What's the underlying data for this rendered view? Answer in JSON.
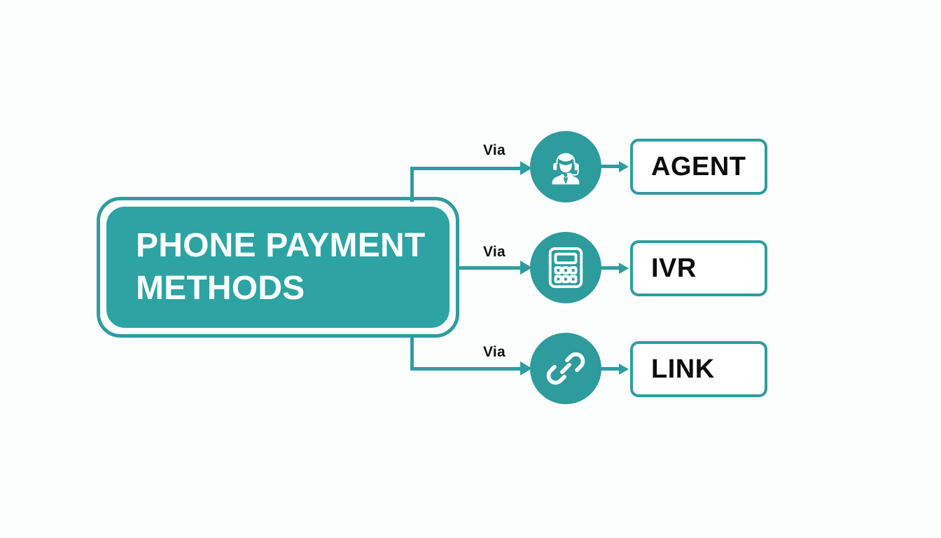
{
  "diagram": {
    "title": "Phone Payment Methods flow diagram",
    "source": {
      "label": "PHONE PAYMENT\nMETHODS",
      "fill_color": "#2da3a3",
      "border_color": "#2f9ca0",
      "text_color": "#ffffff"
    },
    "connector_color": "#2f9ca0",
    "background_color": "#fcfefe",
    "branches": [
      {
        "connector_label": "Via",
        "icon": "headset-agent-icon",
        "icon_circle_color": "#2e9b9d",
        "result_label": "AGENT",
        "result_border_color": "#2f9ca0",
        "result_text_color": "#0c0c0c"
      },
      {
        "connector_label": "Via",
        "icon": "calculator-keypad-icon",
        "icon_circle_color": "#2e9b9d",
        "result_label": "IVR",
        "result_border_color": "#2f9ca0",
        "result_text_color": "#0c0c0c"
      },
      {
        "connector_label": "Via",
        "icon": "chain-link-icon",
        "icon_circle_color": "#2e9b9d",
        "result_label": "LINK",
        "result_border_color": "#2f9ca0",
        "result_text_color": "#0c0c0c"
      }
    ]
  }
}
